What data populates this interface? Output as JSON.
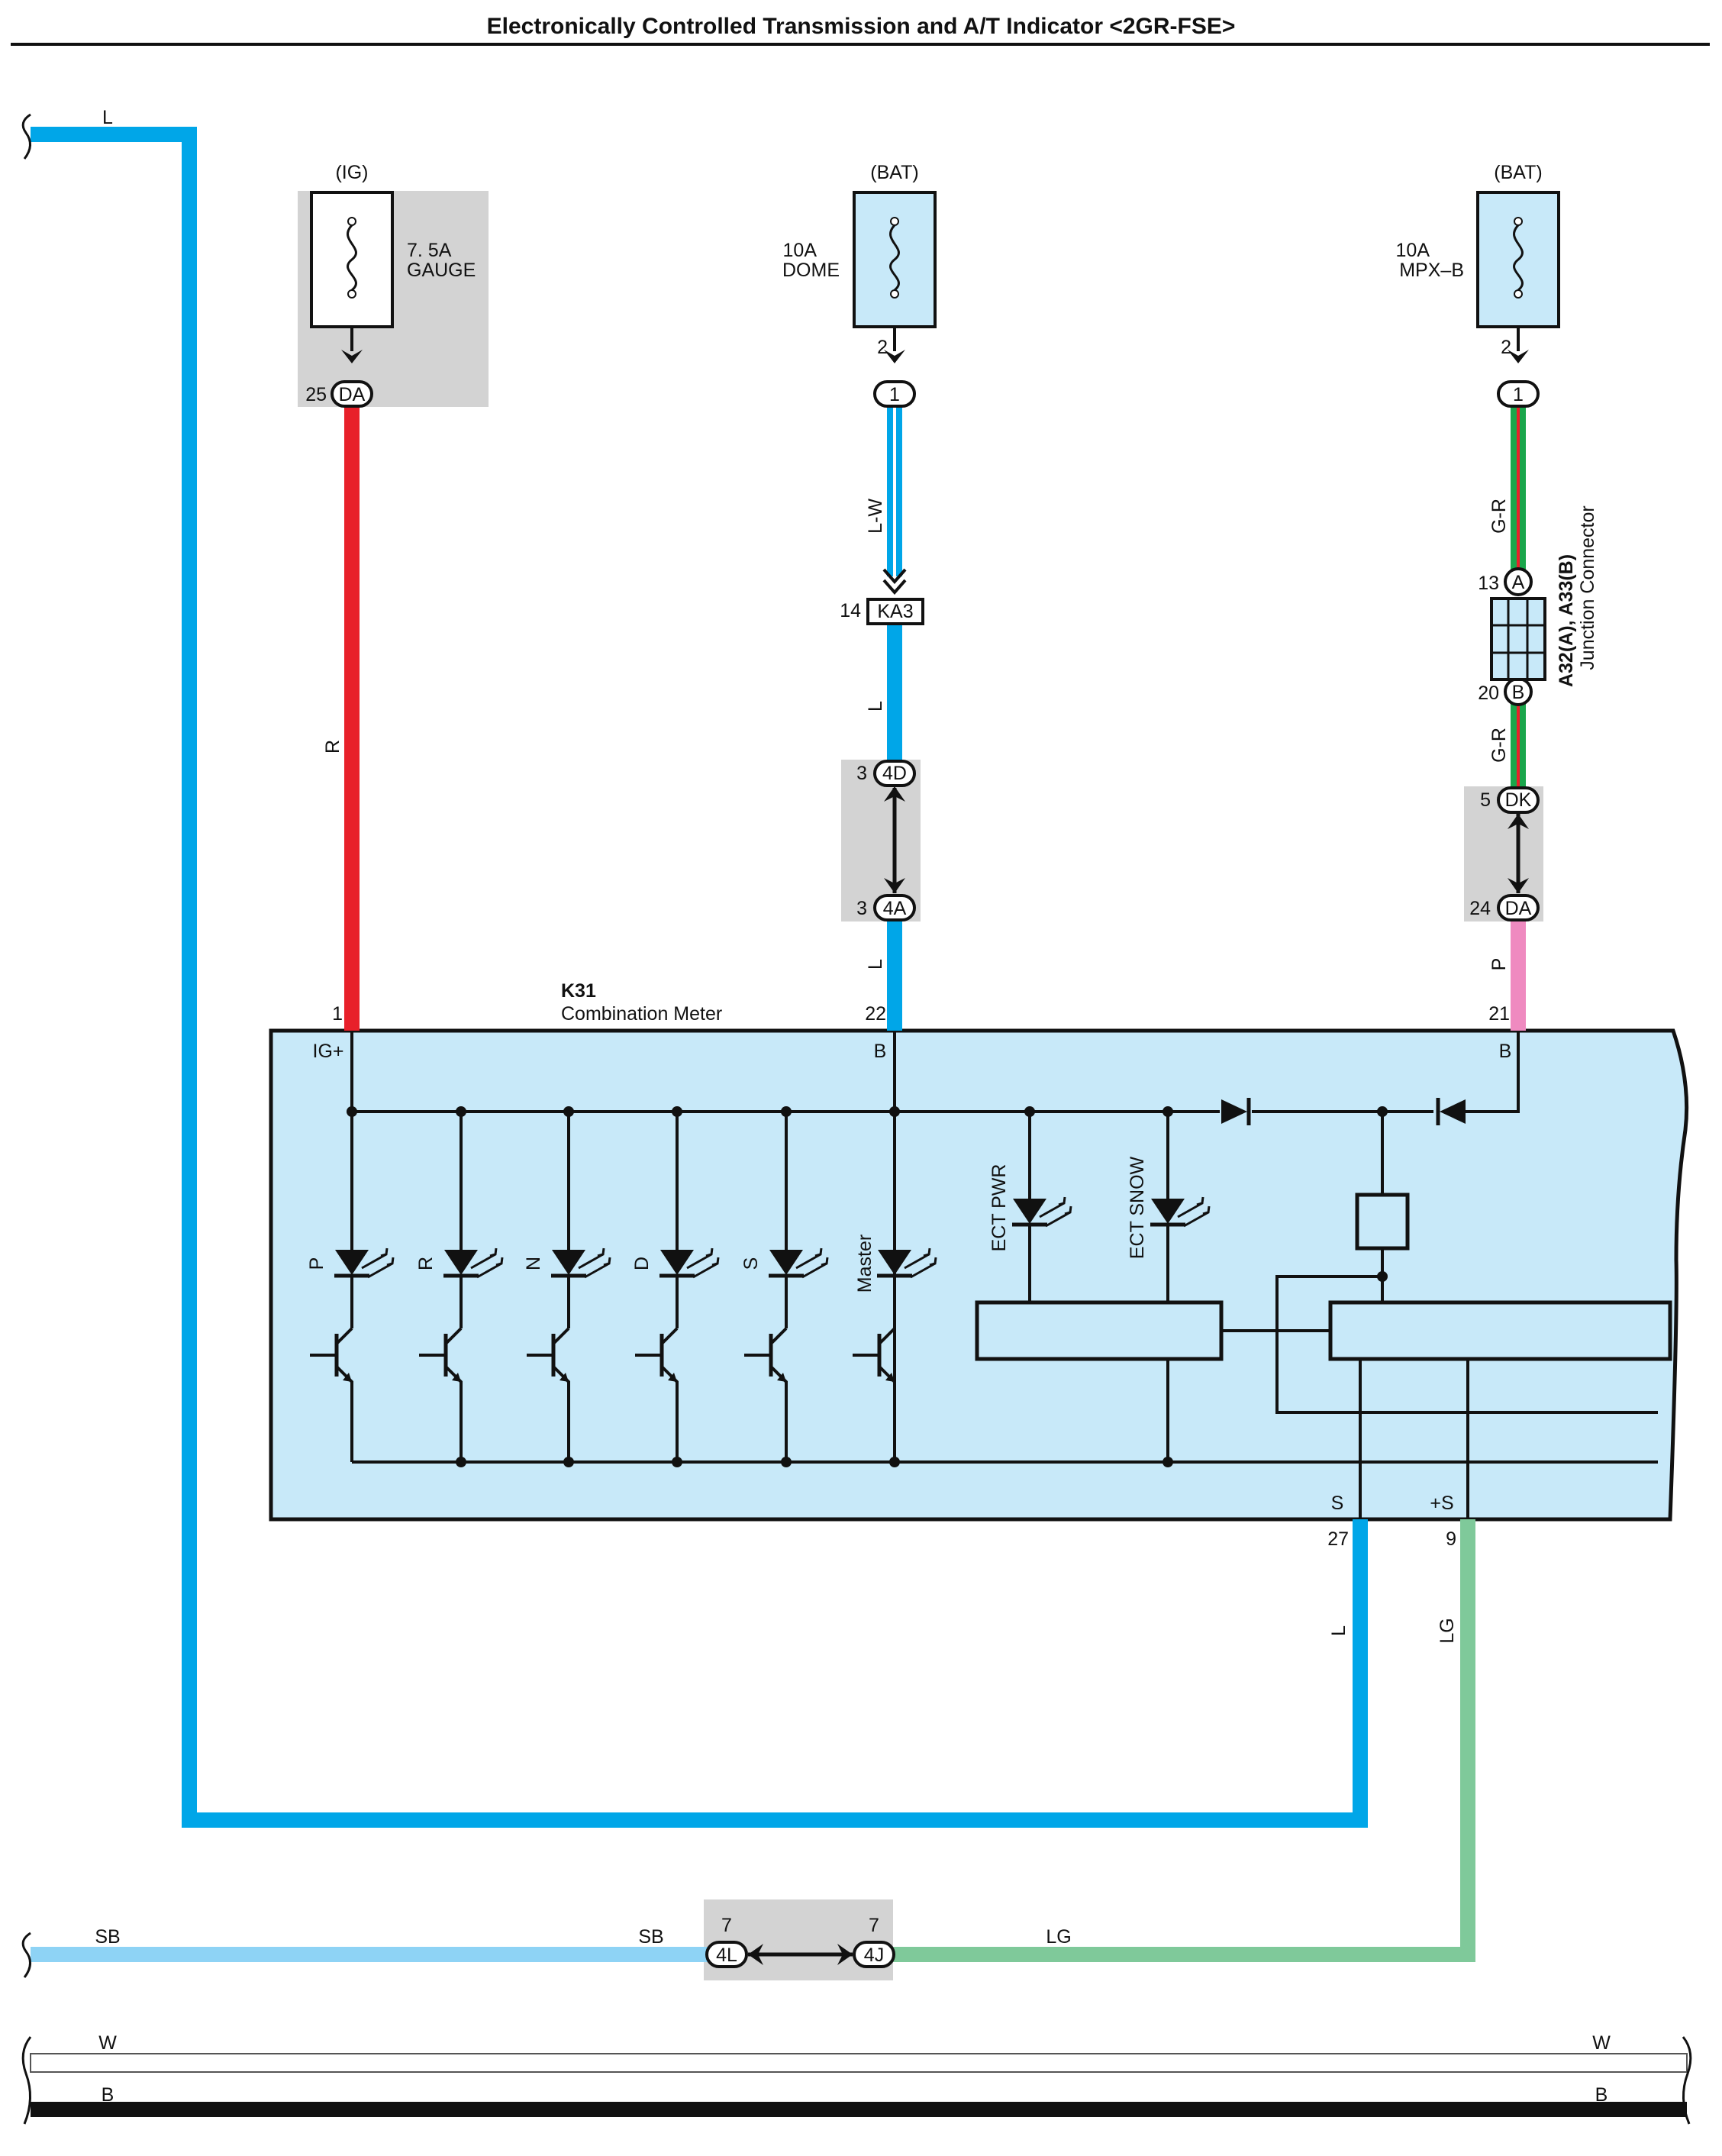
{
  "title": "Electronically Controlled Transmission and A/T Indicator <2GR-FSE>",
  "colors": {
    "L": "#00a6e8",
    "R": "#e8202a",
    "P": "#ef8ac0",
    "LG": "#7fc99a",
    "SB": "#8ed3f5",
    "G": "#1aa64b",
    "W": "#ffffff",
    "B": "#111111",
    "meter_fill": "#c8e9f9",
    "shade": "#d3d3d3"
  },
  "wires": {
    "top_left": "L",
    "r": "R",
    "lw": "L-W",
    "l_a": "L",
    "l_b": "L",
    "gr_a": "G-R",
    "gr_b": "G-R",
    "p": "P",
    "s_l": "L",
    "lg": "LG",
    "sb_left": "SB",
    "sb_right": "SB",
    "lg_bottom": "LG",
    "w_left": "W",
    "w_right": "W",
    "b_left": "B",
    "b_right": "B"
  },
  "fuses": {
    "gauge": {
      "source": "(IG)",
      "rating": "7. 5A",
      "name": "GAUGE",
      "connector": "DA",
      "pin": "25"
    },
    "dome": {
      "source": "(BAT)",
      "rating": "10A",
      "name": "DOME",
      "pin_top": "2",
      "connector": "1"
    },
    "mpx": {
      "source": "(BAT)",
      "rating": "10A",
      "name": "MPX–B",
      "pin_top": "2",
      "connector": "1"
    }
  },
  "connectors": {
    "ka3": {
      "pin": "14",
      "name": "KA3"
    },
    "d4": {
      "pin": "3",
      "name": "4D"
    },
    "a4": {
      "pin": "3",
      "name": "4A"
    },
    "jA": {
      "pin": "13",
      "name": "A"
    },
    "jB": {
      "pin": "20",
      "name": "B"
    },
    "dk": {
      "pin": "5",
      "name": "DK"
    },
    "da2": {
      "pin": "24",
      "name": "DA"
    },
    "l4": {
      "pin": "7",
      "name": "4L"
    },
    "j4": {
      "pin": "7",
      "name": "4J"
    }
  },
  "junction_connector": {
    "id": "A32(A), A33(B)",
    "name": "Junction Connector"
  },
  "meter": {
    "id": "K31",
    "name": "Combination Meter",
    "pins": {
      "ig": "1",
      "b1": "22",
      "b2": "21",
      "s": "27",
      "plus_s": "9"
    },
    "terminals": {
      "ig": "IG+",
      "b1": "B",
      "b2": "B",
      "s": "S",
      "plus_s": "+S"
    },
    "leds": [
      "P",
      "R",
      "N",
      "D",
      "S",
      "Master"
    ],
    "ect": [
      "ECT PWR",
      "ECT SNOW"
    ]
  }
}
